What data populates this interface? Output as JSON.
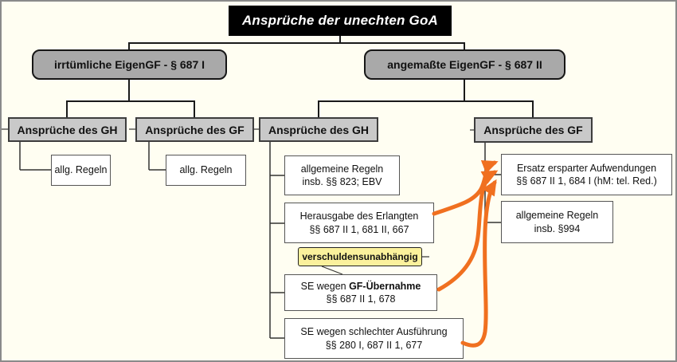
{
  "colors": {
    "background": "#FFFEF2",
    "accent_orange": "#F07020",
    "level2_gray": "#A9A9A9",
    "level3_gray": "#C9C9C9",
    "note_yellow": "#FBF19C",
    "title_bg": "#000000"
  },
  "root": {
    "title": "Ansprüche der unechten GoA"
  },
  "level2": {
    "left": "irrtümliche EigenGF - § 687 I",
    "right": "angemaßte EigenGF - § 687 II"
  },
  "left_branch": {
    "gh": {
      "title": "Ansprüche des GH",
      "leaf": "allg. Regeln"
    },
    "gf": {
      "title": "Ansprüche des GF",
      "leaf": "allg. Regeln"
    }
  },
  "right_branch": {
    "gh": {
      "title": "Ansprüche des GH",
      "note": "verschuldensunabhängig",
      "leaves": [
        {
          "line1": "allgemeine Regeln",
          "line2": "insb. §§ 823; EBV"
        },
        {
          "line1": "Herausgabe des Erlangten",
          "line2": "§§ 687 II 1, 681 II, 667"
        },
        {
          "line1_prefix": "SE wegen ",
          "line1_bold": "GF-Übernahme",
          "line2": "§§ 687 II 1, 678"
        },
        {
          "line1": "SE wegen schlechter Ausführung",
          "line2": "§§ 280 I, 687 II 1, 677"
        }
      ]
    },
    "gf": {
      "title": "Ansprüche des GF",
      "leaves": [
        {
          "line1": "Ersatz ersparter Aufwendungen",
          "line2": "§§ 687 II 1, 684 I (hM: tel. Red.)"
        },
        {
          "line1": "allgemeine Regeln",
          "line2": "insb. §994"
        }
      ]
    }
  }
}
